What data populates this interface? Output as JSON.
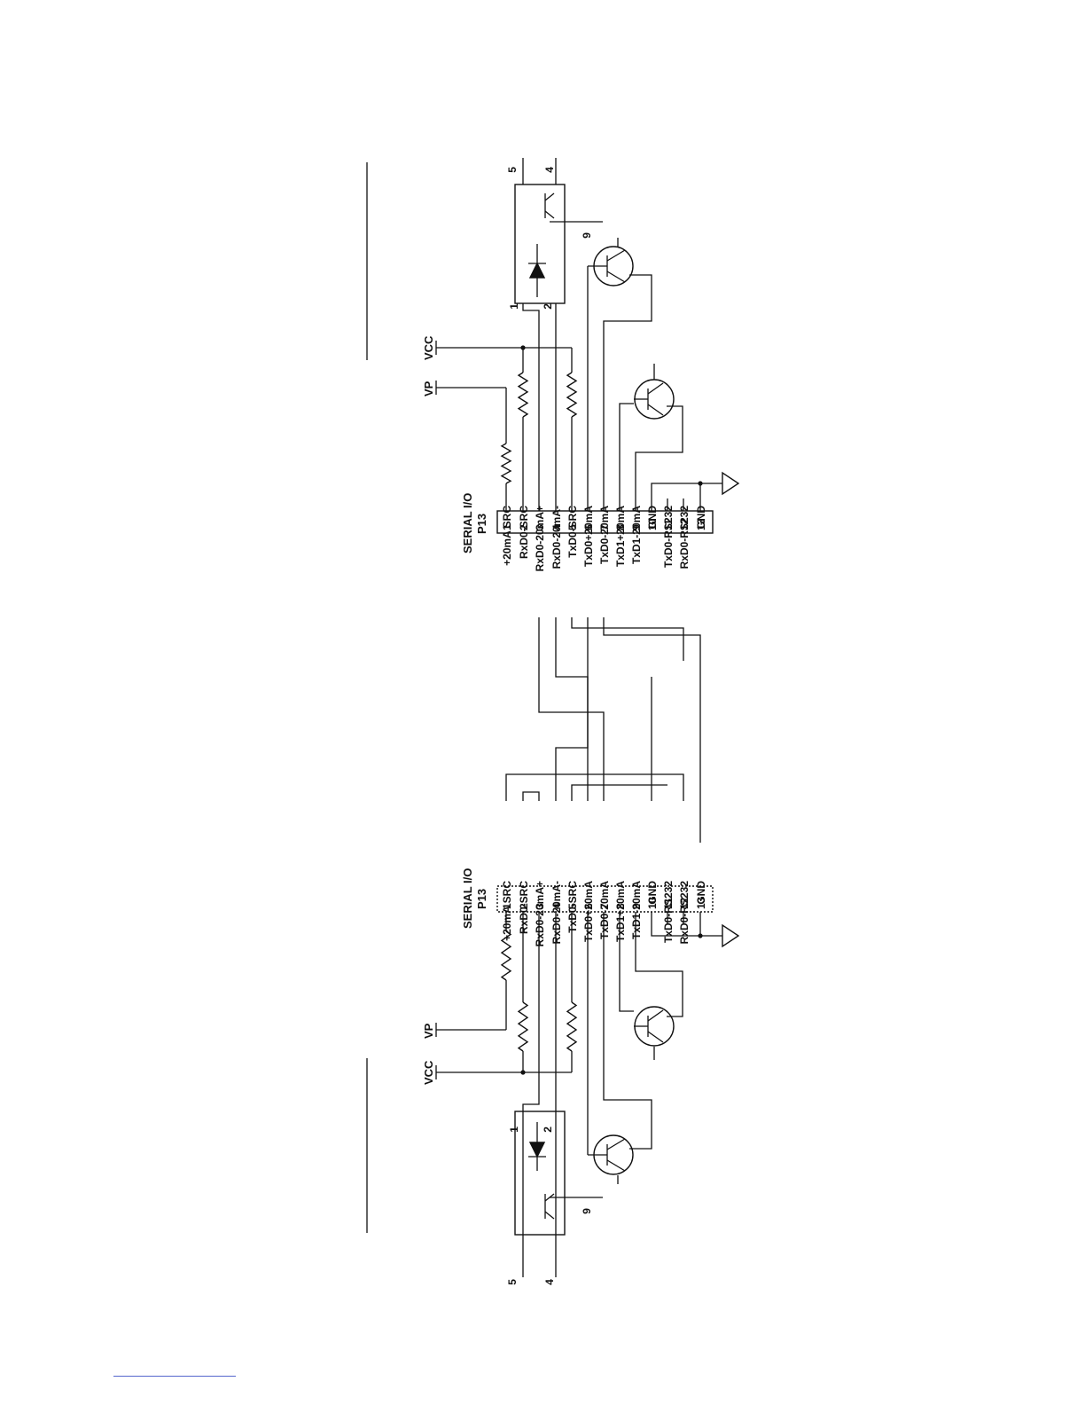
{
  "colors": {
    "ink": "#111111",
    "link": "#5566cc"
  },
  "top": {
    "connector_title": "SERIAL I/O",
    "connector_ref": "P13",
    "supply_vcc": "VCC",
    "supply_vp": "VP",
    "pins": [
      {
        "num": "1",
        "label": "+20mA SRC"
      },
      {
        "num": "2",
        "label": "RxD0-SRC"
      },
      {
        "num": "3",
        "label": "RxD0-20mA+"
      },
      {
        "num": "4",
        "label": "RxD0-20mA-"
      },
      {
        "num": "5",
        "label": "TxD0-SRC"
      },
      {
        "num": "6",
        "label": "TxD0+20mA"
      },
      {
        "num": "7",
        "label": "TxD0-20mA"
      },
      {
        "num": "8",
        "label": "TxD1+20mA"
      },
      {
        "num": "9",
        "label": "TxD1-20mA"
      },
      {
        "num": "10",
        "label": "GND"
      },
      {
        "num": "11",
        "label": "TxD0-RS232"
      },
      {
        "num": "12",
        "label": "RxD0-RS232"
      },
      {
        "num": "13",
        "label": "GND"
      }
    ],
    "opto_pins": [
      "5",
      "4",
      "9",
      "1",
      "2"
    ]
  },
  "bottom": {
    "connector_title": "SERIAL I/O",
    "connector_ref": "P13",
    "supply_vcc": "VCC",
    "supply_vp": "VP",
    "pins": [
      {
        "num": "1",
        "label": "+20mA SRC"
      },
      {
        "num": "2",
        "label": "RxD0-SRC"
      },
      {
        "num": "3",
        "label": "RxD0-20mA+"
      },
      {
        "num": "4",
        "label": "RxD0-20mA-"
      },
      {
        "num": "5",
        "label": "TxD0-SRC"
      },
      {
        "num": "6",
        "label": "TxD0+20mA"
      },
      {
        "num": "7",
        "label": "TxD0-20mA"
      },
      {
        "num": "8",
        "label": "TxD1+20mA"
      },
      {
        "num": "9",
        "label": "TxD1-20mA"
      },
      {
        "num": "10",
        "label": "GND"
      },
      {
        "num": "11",
        "label": "TxD0-RS232"
      },
      {
        "num": "12",
        "label": "RxD0-RS232"
      },
      {
        "num": "13",
        "label": "GND"
      }
    ],
    "opto_pins": [
      "5",
      "4",
      "9",
      "1",
      "2"
    ]
  }
}
